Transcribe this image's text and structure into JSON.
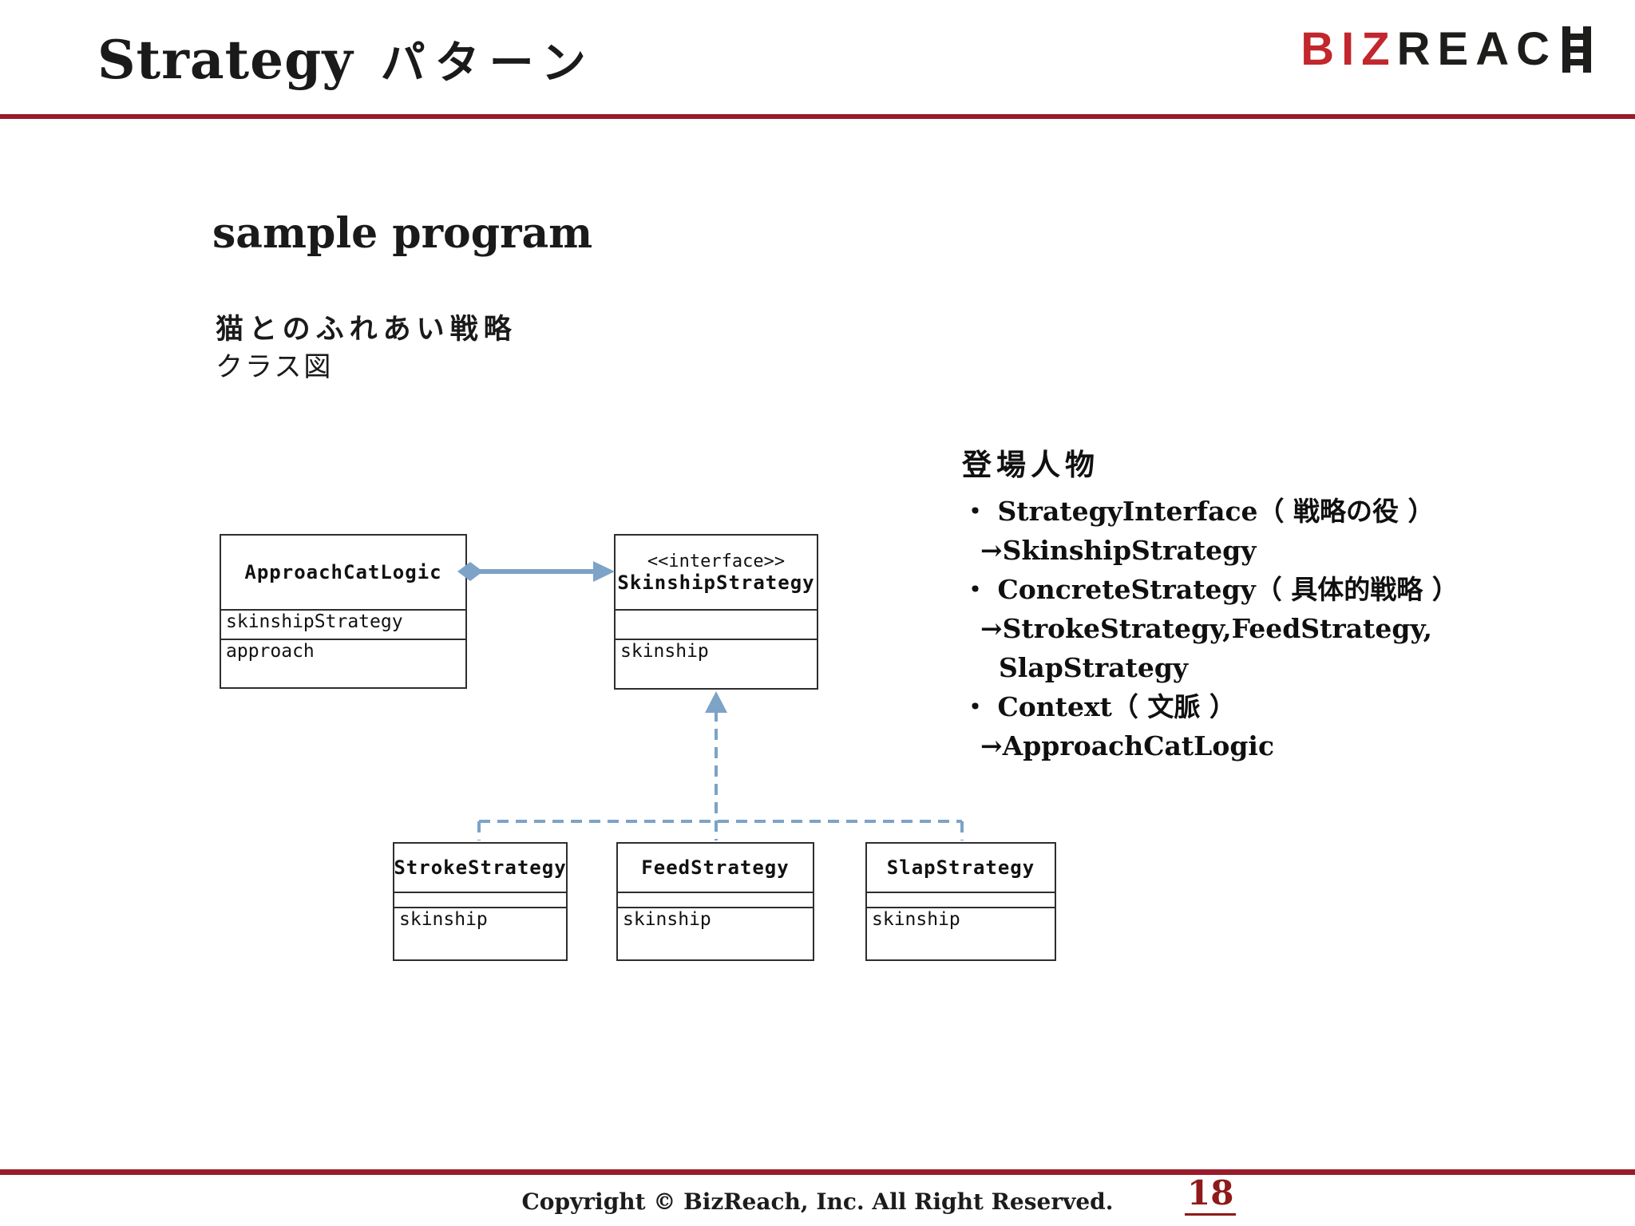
{
  "header": {
    "title_en": "Strategy",
    "title_jp": "パターン",
    "logo": {
      "biz": "BIZ",
      "reac": "REAC",
      "ladder_h_icon": "ladder-H glyph"
    }
  },
  "content": {
    "heading": "sample program",
    "subheading_bold": "猫とのふれあい戦略",
    "subheading": "クラス図"
  },
  "diagram": {
    "classes": {
      "approach_cat_logic": {
        "name": "ApproachCatLogic",
        "attribute": "skinshipStrategy",
        "method": "approach"
      },
      "skinship_strategy": {
        "stereotype": "<<interface>>",
        "name": "SkinshipStrategy",
        "attribute": "",
        "method": "skinship"
      },
      "stroke_strategy": {
        "name": "StrokeStrategy",
        "attribute": "",
        "method": "skinship"
      },
      "feed_strategy": {
        "name": "FeedStrategy",
        "attribute": "",
        "method": "skinship"
      },
      "slap_strategy": {
        "name": "SlapStrategy",
        "attribute": "",
        "method": "skinship"
      }
    },
    "relations": [
      "ApproachCatLogic --aggregation--> SkinshipStrategy",
      "StrokeStrategy ..realizes.. SkinshipStrategy",
      "FeedStrategy ..realizes.. SkinshipStrategy",
      "SlapStrategy ..realizes.. SkinshipStrategy"
    ]
  },
  "roster": {
    "heading": "登場人物",
    "lines": [
      "・ StrategyInterface（ 戦略の役 ）",
      "  →SkinshipStrategy",
      "・ ConcreteStrategy（ 具体的戦略 ）",
      "  →StrokeStrategy,FeedStrategy,",
      "    SlapStrategy",
      "・ Context（ 文脈 ）",
      "  →ApproachCatLogic"
    ]
  },
  "footer": {
    "copyright": "Copyright © BizReach, Inc. All Right Reserved.",
    "page_number": "18"
  },
  "colors": {
    "rule_red": "#9a1b2a",
    "logo_red": "#c1272d",
    "logo_black": "#1d1d1b",
    "page_number_red": "#8e1a1a",
    "arrow_blue": "#7da3c7"
  }
}
